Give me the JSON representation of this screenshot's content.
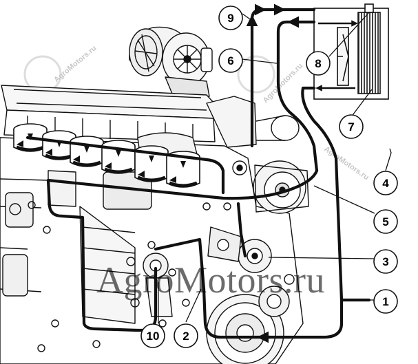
{
  "watermark": {
    "text": "AgroMotors.ru"
  },
  "seal_text": "AgroMotors.ru",
  "callouts": [
    {
      "id": "1",
      "label": "1"
    },
    {
      "id": "2",
      "label": "2"
    },
    {
      "id": "3",
      "label": "3"
    },
    {
      "id": "4",
      "label": "4"
    },
    {
      "id": "5",
      "label": "5"
    },
    {
      "id": "6",
      "label": "6"
    },
    {
      "id": "7",
      "label": "7"
    },
    {
      "id": "8",
      "label": "8"
    },
    {
      "id": "9",
      "label": "9"
    },
    {
      "id": "10",
      "label": "10"
    }
  ],
  "colors": {
    "line": "#111111",
    "background": "#ffffff",
    "shade": "#d9d9d9"
  }
}
